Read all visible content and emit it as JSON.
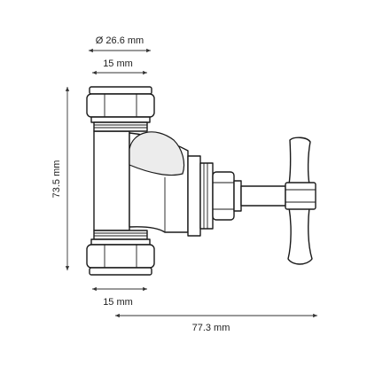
{
  "dimensions": {
    "outer_diameter": "Ø 26.6 mm",
    "top_fitting": "15 mm",
    "bottom_fitting": "15 mm",
    "height": "73.5 mm",
    "length": "77.3 mm"
  },
  "colors": {
    "line": "#1a1a1a",
    "dimension": "#333333",
    "shade": "#ececec"
  }
}
